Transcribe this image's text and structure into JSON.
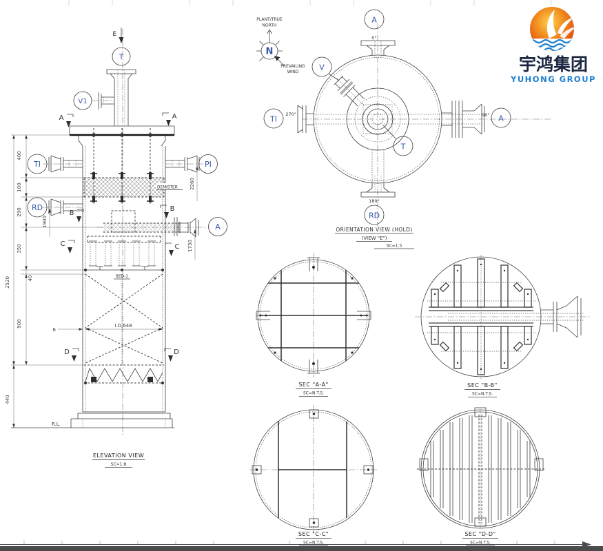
{
  "logo": {
    "chinese": "宇鸿集团",
    "english": "YUHONG GROUP"
  },
  "compass": {
    "line1": "PLANT/TRUE",
    "line2": "NORTH",
    "n": "N",
    "wind1": "PREVAILING",
    "wind2": "WIND"
  },
  "orientation": {
    "title": "ORIENTATION VIEW (HOLD)",
    "subtitle": "(VIEW \"E\")",
    "scale": "SC=1:5",
    "angle_top": "0°",
    "angle_right": "90°",
    "angle_bottom": "180°",
    "angle_left": "270°",
    "noz_top": "A",
    "noz_right": "A",
    "noz_bottom": "RD",
    "noz_left": "TI",
    "noz_v": "V",
    "noz_t": "T"
  },
  "elevation": {
    "title": "ELEVATION VIEW",
    "scale": "SC=1:8",
    "view_arrow": "E",
    "noz_t": "T",
    "noz_v1": "V1",
    "noz_ti": "TI",
    "noz_pi": "PI",
    "noz_rd": "RD",
    "noz_a": "A",
    "marker_a": "A",
    "marker_b": "B",
    "marker_c": "C",
    "marker_d": "D",
    "demister": "DEMISTER",
    "bed": "BED-1",
    "inner_dia": "I.D.648",
    "wall_thk": "6",
    "ref_line": "R.L.",
    "dims": {
      "d400": "400",
      "d100": "100",
      "d290": "290",
      "d1900": "1900",
      "d350": "350",
      "d2520": "2520",
      "d40": "40",
      "d900": "900",
      "d440": "440",
      "d2260": "2260",
      "d1730": "1730"
    }
  },
  "sections": {
    "aa": {
      "title": "SEC \"A-A\"",
      "scale": "SC=N.T.S."
    },
    "bb": {
      "title": "SEC \"B-B\"",
      "scale": "SC=N.T.S."
    },
    "cc": {
      "title": "SEC \"C-C\"",
      "scale": "SC=N.T.S."
    },
    "dd": {
      "title": "SEC \"D-D\"",
      "scale": "SC=N.T.S."
    }
  }
}
